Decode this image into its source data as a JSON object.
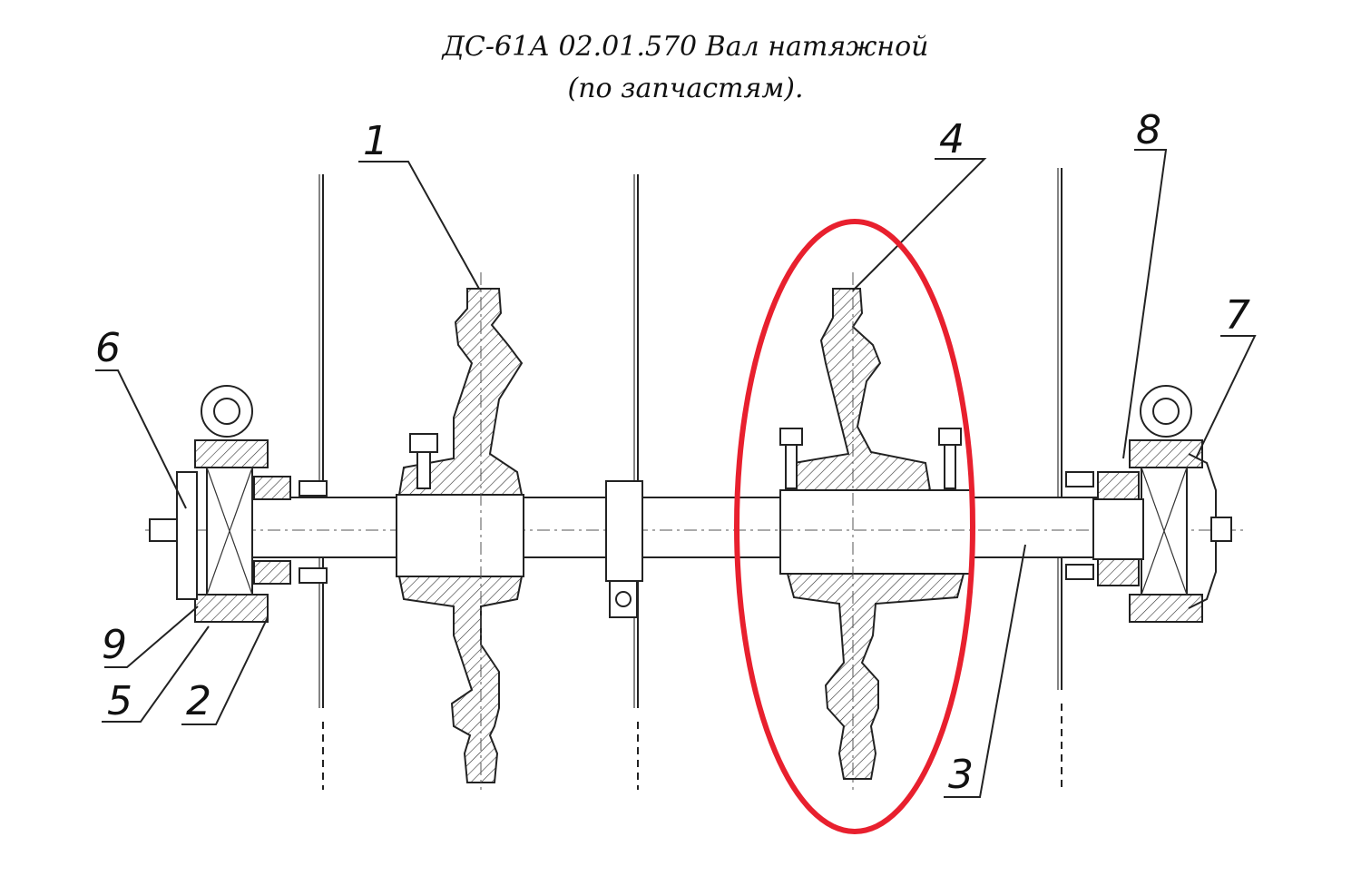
{
  "title": {
    "line1": "ДС-61А 02.01.570 Вал натяжной",
    "line2": "(по запчастям)."
  },
  "callouts": [
    {
      "id": "1",
      "label": "1"
    },
    {
      "id": "2",
      "label": "2"
    },
    {
      "id": "3",
      "label": "3"
    },
    {
      "id": "4",
      "label": "4"
    },
    {
      "id": "5",
      "label": "5"
    },
    {
      "id": "6",
      "label": "6"
    },
    {
      "id": "7",
      "label": "7"
    },
    {
      "id": "8",
      "label": "8"
    },
    {
      "id": "9",
      "label": "9"
    }
  ],
  "highlight": {
    "target": "4",
    "color": "#e8202e"
  }
}
